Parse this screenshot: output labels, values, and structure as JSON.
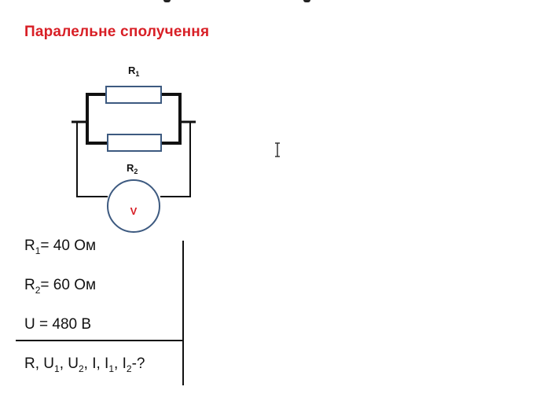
{
  "title": "Паралельне сполучення",
  "circuit": {
    "r1_label": "R",
    "r1_sub": "1",
    "r2_label": "R",
    "r2_sub": "2",
    "voltmeter_label": "V",
    "wire_color": "#111111",
    "resistor_stroke": "#3d5a80",
    "voltmeter_stroke": "#3d5a80",
    "voltmeter_text_color": "#d81f26"
  },
  "given": {
    "r1": {
      "symbol": "R",
      "sub": "1",
      "value": "= 40 Ом"
    },
    "r2": {
      "symbol": "R",
      "sub": "2",
      "value": "= 60 Ом"
    },
    "u": {
      "text": "U = 480 В"
    }
  },
  "find": {
    "parts": [
      {
        "t": "R, U",
        "s": "1"
      },
      {
        "t": ", U",
        "s": "2"
      },
      {
        "t": ", I, I",
        "s": "1"
      },
      {
        "t": ", I",
        "s": "2"
      },
      {
        "t": "-?",
        "s": ""
      }
    ]
  },
  "accent_color": "#d81f26"
}
